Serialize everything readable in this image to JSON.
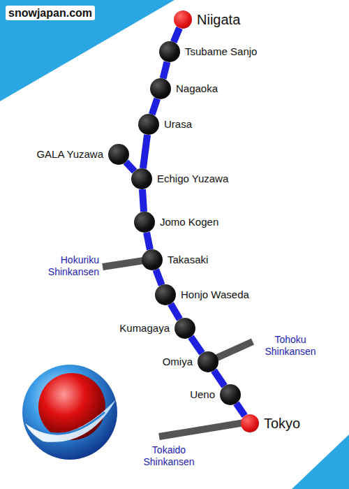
{
  "diagram": {
    "nodes": [
      {
        "text": [
          "Niigata"
        ]
      },
      {
        "text": [
          "Tsubame Sanjo"
        ]
      },
      {
        "text": [
          "Nagaoka"
        ]
      },
      {
        "text": [
          "Urasa"
        ]
      },
      {
        "text": [
          "GALA Yuzawa"
        ]
      },
      {
        "text": [
          "Echigo Yuzawa"
        ]
      },
      {
        "text": [
          "Jomo Kogen"
        ]
      },
      {
        "text": [
          "Takasaki"
        ]
      },
      {
        "text": [
          "Honjo Waseda"
        ]
      },
      {
        "text": [
          "Kumagaya"
        ]
      },
      {
        "text": [
          "Omiya"
        ]
      },
      {
        "text": [
          "Ueno"
        ]
      },
      {
        "text": [
          "Tokyo"
        ]
      }
    ],
    "edges": [
      {
        "from": 0,
        "to": 1,
        "arrow": "none"
      },
      {
        "from": 1,
        "to": 2,
        "arrow": "none"
      },
      {
        "from": 2,
        "to": 3,
        "arrow": "none"
      },
      {
        "from": 3,
        "to": 5,
        "arrow": "none"
      },
      {
        "from": 4,
        "to": 5,
        "arrow": "none"
      },
      {
        "from": 5,
        "to": 6,
        "arrow": "none"
      },
      {
        "from": 6,
        "to": 7,
        "arrow": "none"
      },
      {
        "from": 7,
        "to": 8,
        "arrow": "none"
      },
      {
        "from": 8,
        "to": 9,
        "arrow": "none"
      },
      {
        "from": 9,
        "to": 10,
        "arrow": "none"
      },
      {
        "from": 10,
        "to": 11,
        "arrow": "none"
      },
      {
        "from": 11,
        "to": 12,
        "arrow": "none"
      }
    ],
    "labels": [
      "snowjapan.com",
      "Hokuriku Shinkansen",
      "Tohoku Shinkansen",
      "Tokaido Shinkansen"
    ]
  }
}
